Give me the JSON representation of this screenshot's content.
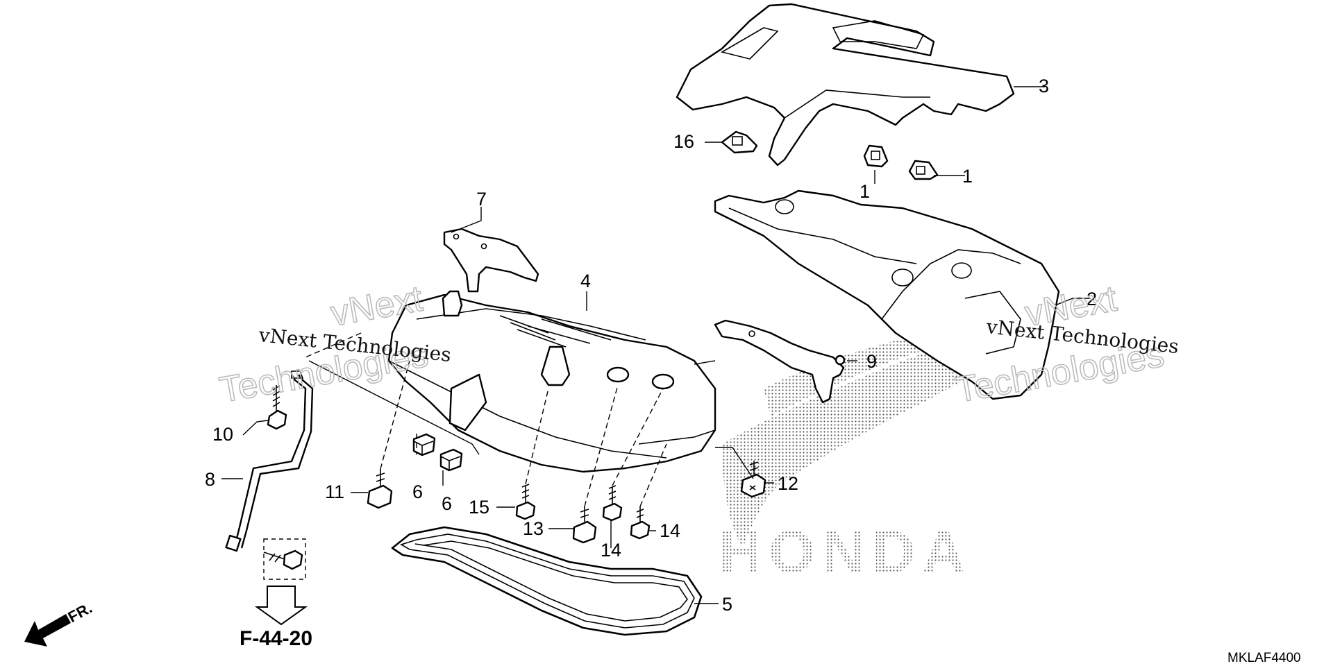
{
  "callouts": [
    {
      "id": "c1a",
      "text": "1"
    },
    {
      "id": "c1b",
      "text": "1"
    },
    {
      "id": "c2",
      "text": "2"
    },
    {
      "id": "c3",
      "text": "3"
    },
    {
      "id": "c4",
      "text": "4"
    },
    {
      "id": "c5",
      "text": "5"
    },
    {
      "id": "c6a",
      "text": "6"
    },
    {
      "id": "c6b",
      "text": "6"
    },
    {
      "id": "c7",
      "text": "7"
    },
    {
      "id": "c8",
      "text": "8"
    },
    {
      "id": "c9",
      "text": "9"
    },
    {
      "id": "c10",
      "text": "10"
    },
    {
      "id": "c11",
      "text": "11"
    },
    {
      "id": "c12",
      "text": "12"
    },
    {
      "id": "c13",
      "text": "13"
    },
    {
      "id": "c14a",
      "text": "14"
    },
    {
      "id": "c14b",
      "text": "14"
    },
    {
      "id": "c15",
      "text": "15"
    },
    {
      "id": "c16",
      "text": "16"
    }
  ],
  "reference": "F-44-20",
  "front_label": "FR.",
  "diagram_code": "MKLAF4400",
  "brand_watermark": "HONDA",
  "watermarks": {
    "line_text": "vNext Technologies",
    "outline_word1": "vNext",
    "outline_word2": "Technologies"
  }
}
